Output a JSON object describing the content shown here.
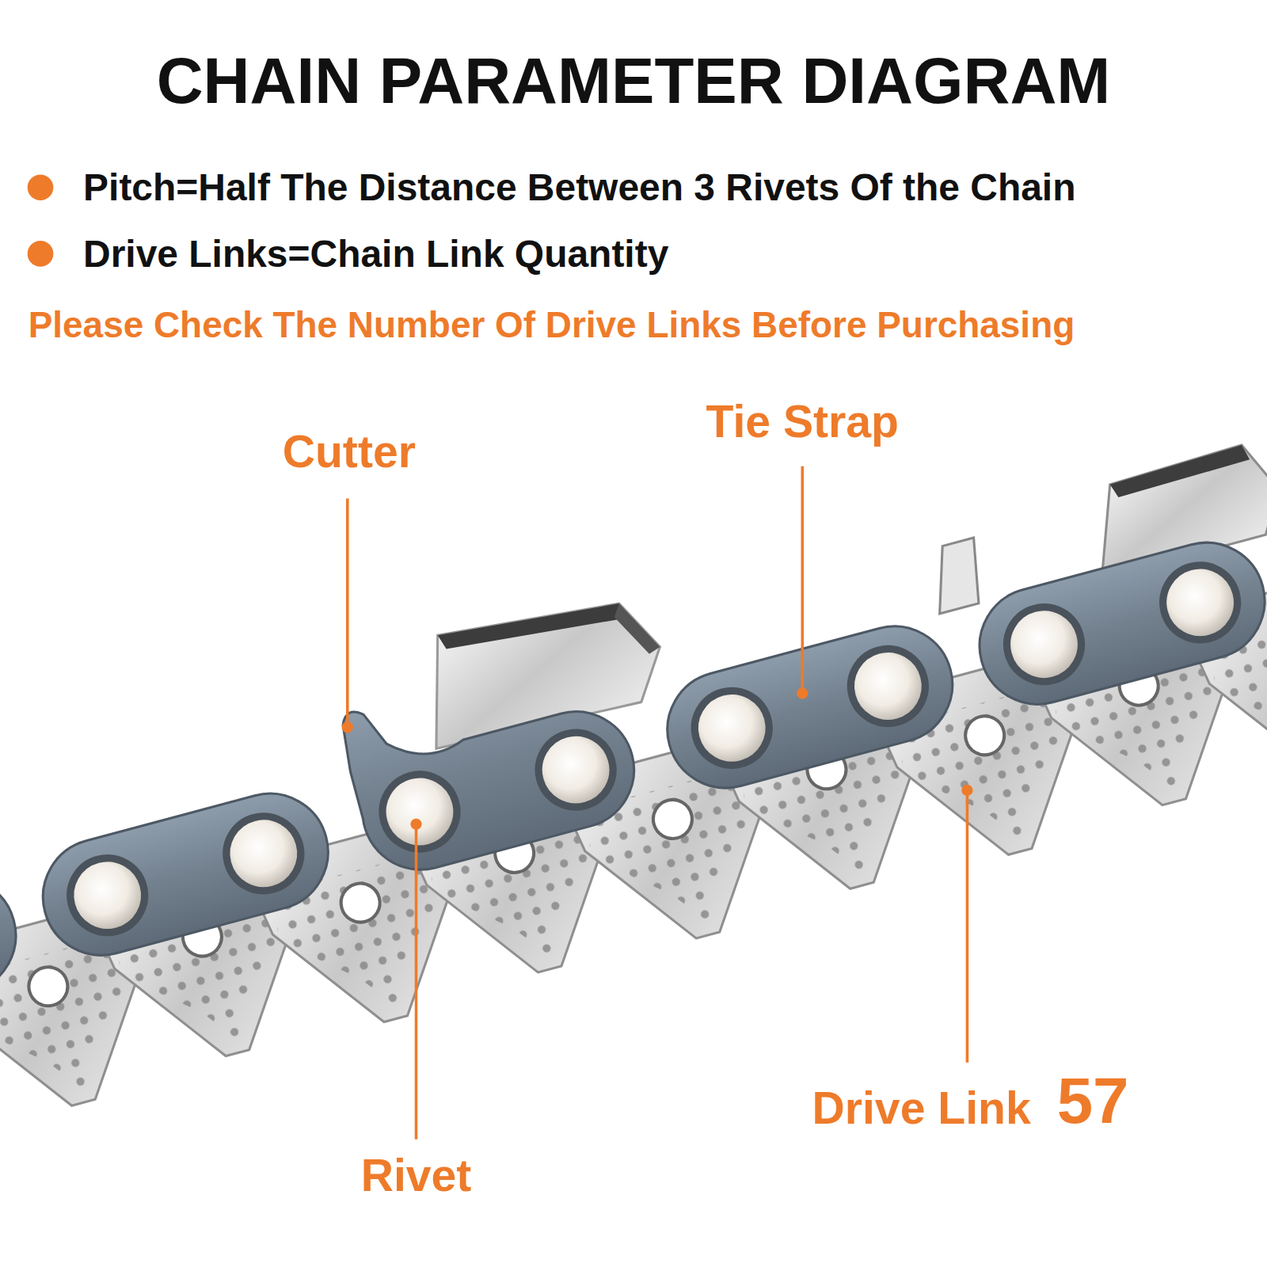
{
  "diagram": {
    "title": "CHAIN PARAMETER DIAGRAM",
    "labels": [
      "Pitch=Half The Distance Between 3 Rivets Of the Chain",
      "Drive Links=Chain Link Quantity",
      "Please Check The Number Of Drive Links Before Purchasing",
      "Cutter",
      "Tie Strap",
      "Rivet",
      "Drive Link",
      "57"
    ]
  }
}
